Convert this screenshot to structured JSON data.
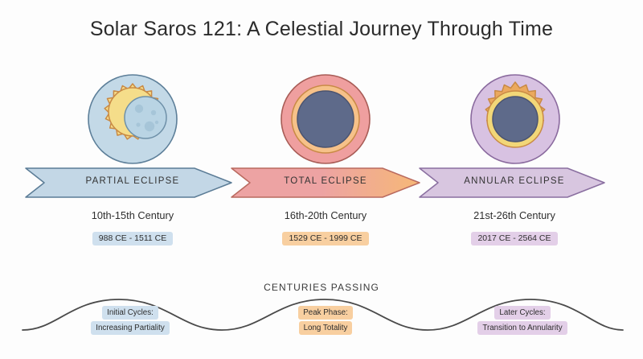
{
  "page": {
    "title": "Solar Saros 121: A Celestial Journey Through Time",
    "background_color": "#fdfdfd"
  },
  "timeline": {
    "phases": [
      {
        "id": "partial",
        "icon_name": "partial-eclipse-icon",
        "arrow_label": "PARTIAL ECLIPSE",
        "century": "10th-15th Century",
        "date_range": "988 CE - 1511 CE",
        "arrow_fill": "#c3d7e6",
        "arrow_stroke": "#5b7c96",
        "badge_fill": "#cfe0ee",
        "icon_bg": "#c3d9e7",
        "icon_bg_stroke": "#5d7f99"
      },
      {
        "id": "total",
        "icon_name": "total-eclipse-icon",
        "arrow_label": "TOTAL ECLIPSE",
        "century": "16th-20th Century",
        "date_range": "1529 CE - 1999 CE",
        "arrow_fill_start": "#eda3a3",
        "arrow_fill_end": "#f6b877",
        "arrow_stroke": "#b96a5f",
        "badge_fill": "#f8cfa0",
        "icon_bg": "#ef9f9f",
        "icon_bg_stroke": "#a85c56"
      },
      {
        "id": "annular",
        "icon_name": "annular-eclipse-icon",
        "arrow_label": "ANNULAR ECLIPSE",
        "century": "21st-26th Century",
        "date_range": "2017 CE - 2564 CE",
        "arrow_fill": "#d8c6e0",
        "arrow_stroke": "#8a6fa0",
        "badge_fill": "#e3cfe8",
        "icon_bg": "#d8c2e2",
        "icon_bg_stroke": "#8a6a9e"
      }
    ]
  },
  "wave": {
    "title": "CENTURIES PASSING",
    "stroke_color": "#4a4a4a",
    "notes": [
      {
        "line1": "Initial Cycles:",
        "line2": "Increasing Partiality",
        "fill": "#cfe0ee"
      },
      {
        "line1": "Peak Phase:",
        "line2": "Long Totality",
        "fill": "#f8cfa0"
      },
      {
        "line1": "Later Cycles:",
        "line2": "Transition to Annularity",
        "fill": "#e3cfe8"
      }
    ]
  },
  "icon_colors": {
    "sun_yellow": "#f5dd8a",
    "sun_orange": "#eba95e",
    "sun_outline": "#c98a45",
    "moon_blue": "#b9d4e4",
    "moon_outline": "#6e90a8",
    "crater": "#a6c5d8",
    "umbra": "#5e6a8a",
    "umbra_outline": "#4b5470",
    "corona_orange": "#f6c189",
    "ring_yellow": "#f2d778"
  }
}
